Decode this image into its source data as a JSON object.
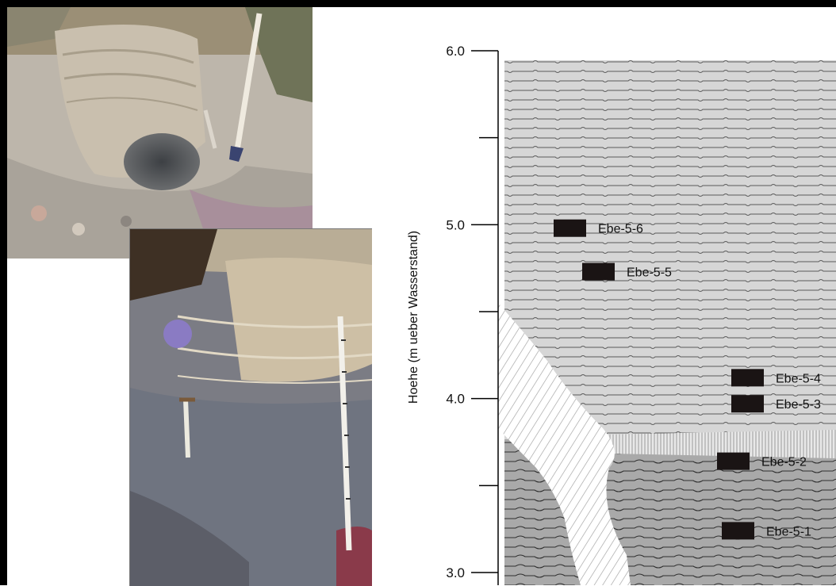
{
  "profile": {
    "y_axis_label": "Hoehe (m ueber Wasserstand)",
    "ticks": [
      "6.0",
      "5.0",
      "4.0",
      "3.0"
    ],
    "samples": [
      {
        "id": "Ebe-5-6",
        "label": "Ebe-5-6",
        "height_m": 4.98
      },
      {
        "id": "Ebe-5-5",
        "label": "Ebe-5-5",
        "height_m": 4.73
      },
      {
        "id": "Ebe-5-4",
        "label": "Ebe-5-4",
        "height_m": 4.12
      },
      {
        "id": "Ebe-5-3",
        "label": "Ebe-5-3",
        "height_m": 3.97
      },
      {
        "id": "Ebe-5-2",
        "label": "Ebe-5-2",
        "height_m": 3.64
      },
      {
        "id": "Ebe-5-1",
        "label": "Ebe-5-1",
        "height_m": 3.24
      }
    ],
    "colors": {
      "upper_layer": "#d6d6d6",
      "lower_layer": "#a9a9a9",
      "wedge": "#ffffff",
      "sample_marker": "#1a1414",
      "frame": "#000000"
    }
  },
  "photos": {
    "top": {
      "subject": "excavated-pit-with-spade"
    },
    "bottom": {
      "subject": "sediment-profile-wall-with-hammer-and-scale"
    }
  }
}
